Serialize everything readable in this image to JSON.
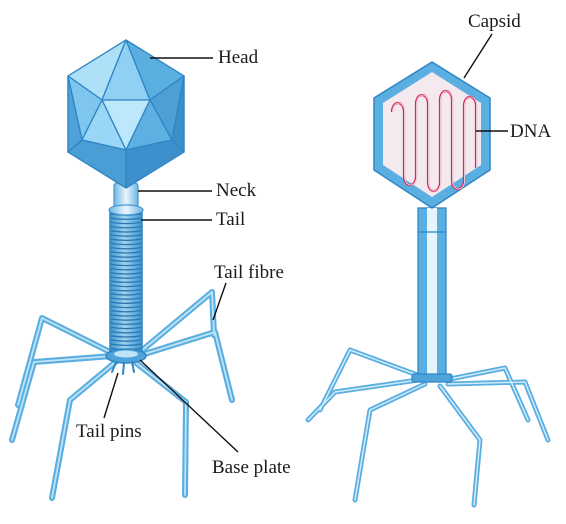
{
  "labels": {
    "head": "Head",
    "neck": "Neck",
    "tail": "Tail",
    "tail_fibre": "Tail fibre",
    "tail_pins": "Tail pins",
    "base_plate": "Base plate",
    "capsid": "Capsid",
    "dna": "DNA"
  },
  "colors": {
    "body_blue": "#5aaee0",
    "outline_blue": "#2f86c4",
    "pale_blue": "#d6ecf8",
    "dna_red": "#d8245a",
    "capsid_fill": "#f3e9ef",
    "leader": "#111111"
  }
}
